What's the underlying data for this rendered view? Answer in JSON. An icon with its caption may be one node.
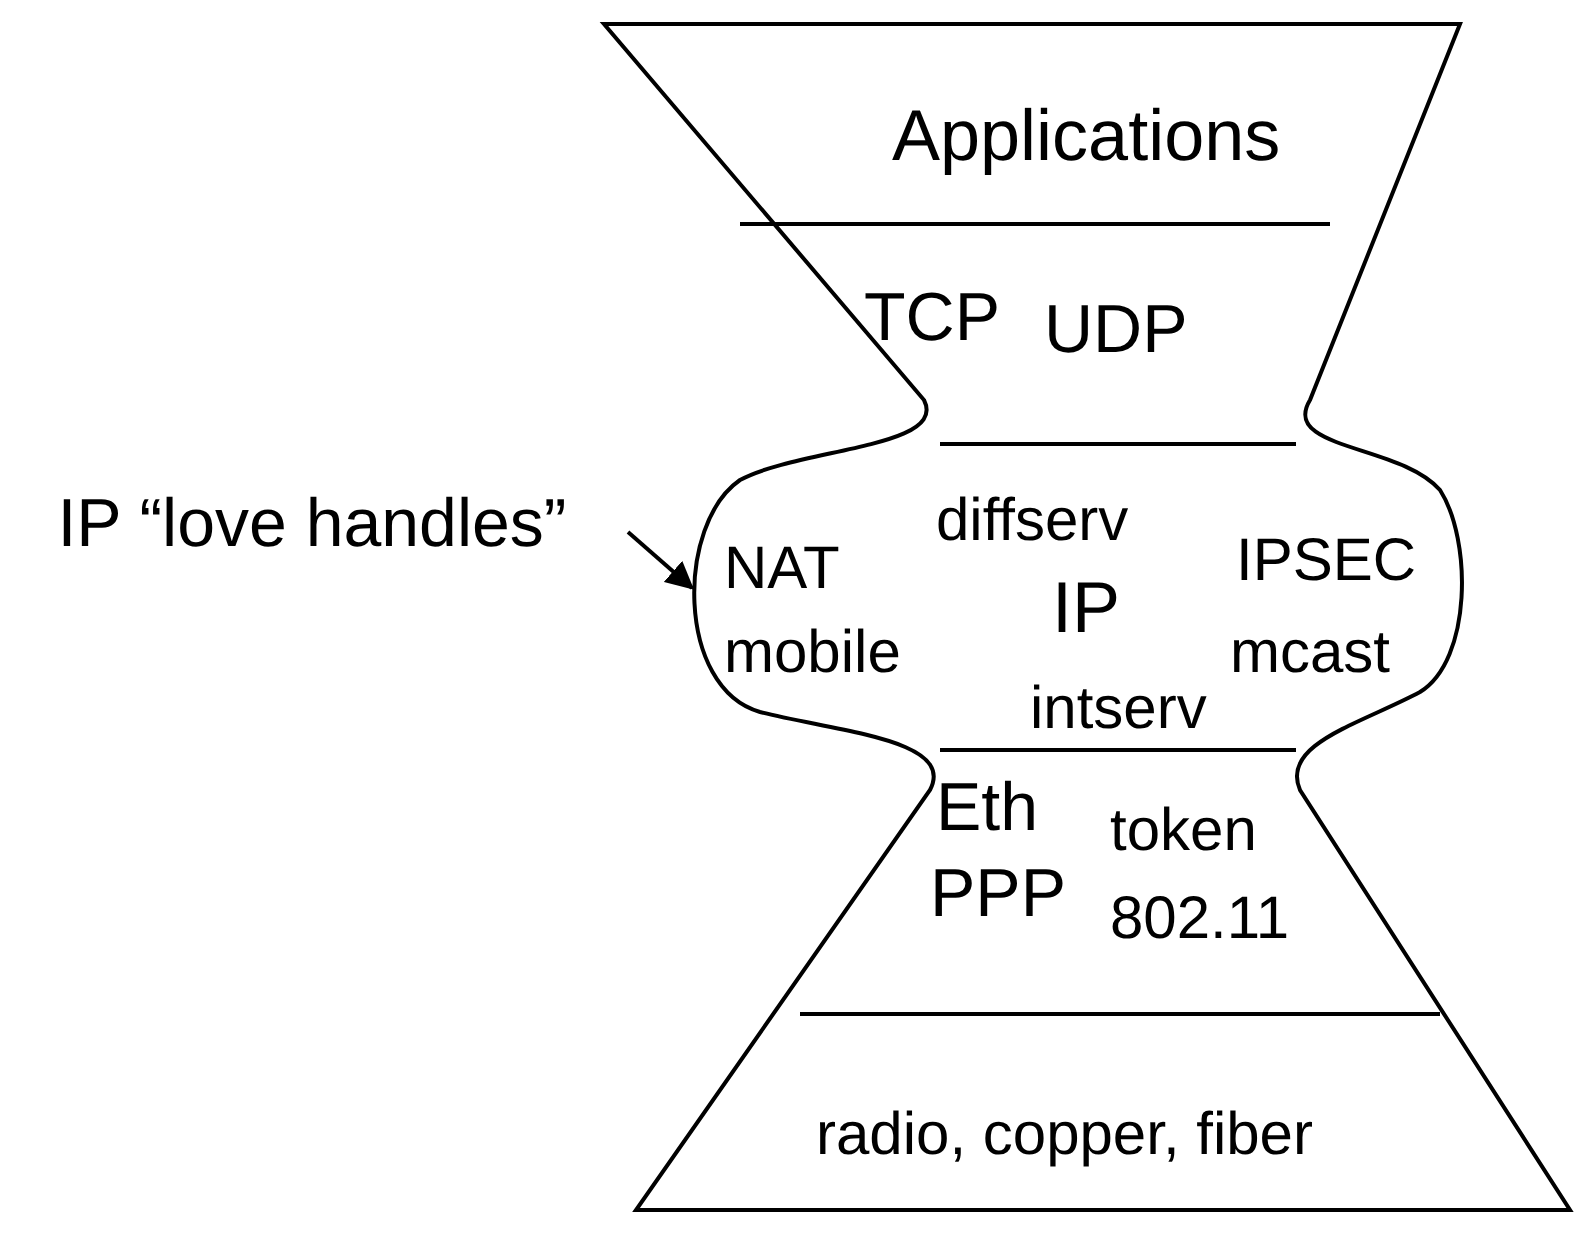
{
  "diagram": {
    "nodes": [
      {
        "text": [
          "Applications"
        ]
      },
      {
        "text": [
          "TCP",
          "UDP"
        ]
      },
      {
        "text": [
          "NAT",
          "diffserv",
          "IPSEC",
          "IP",
          "mobile",
          "mcast",
          "intserv"
        ]
      },
      {
        "text": [
          "Eth",
          "token",
          "PPP",
          "802.11"
        ]
      },
      {
        "text": [
          "radio, copper, fiber"
        ]
      },
      {
        "text": [
          "IP “love handles”"
        ]
      }
    ],
    "edges": [
      {
        "from": 5,
        "to": 2,
        "arrow": "to"
      }
    ]
  }
}
